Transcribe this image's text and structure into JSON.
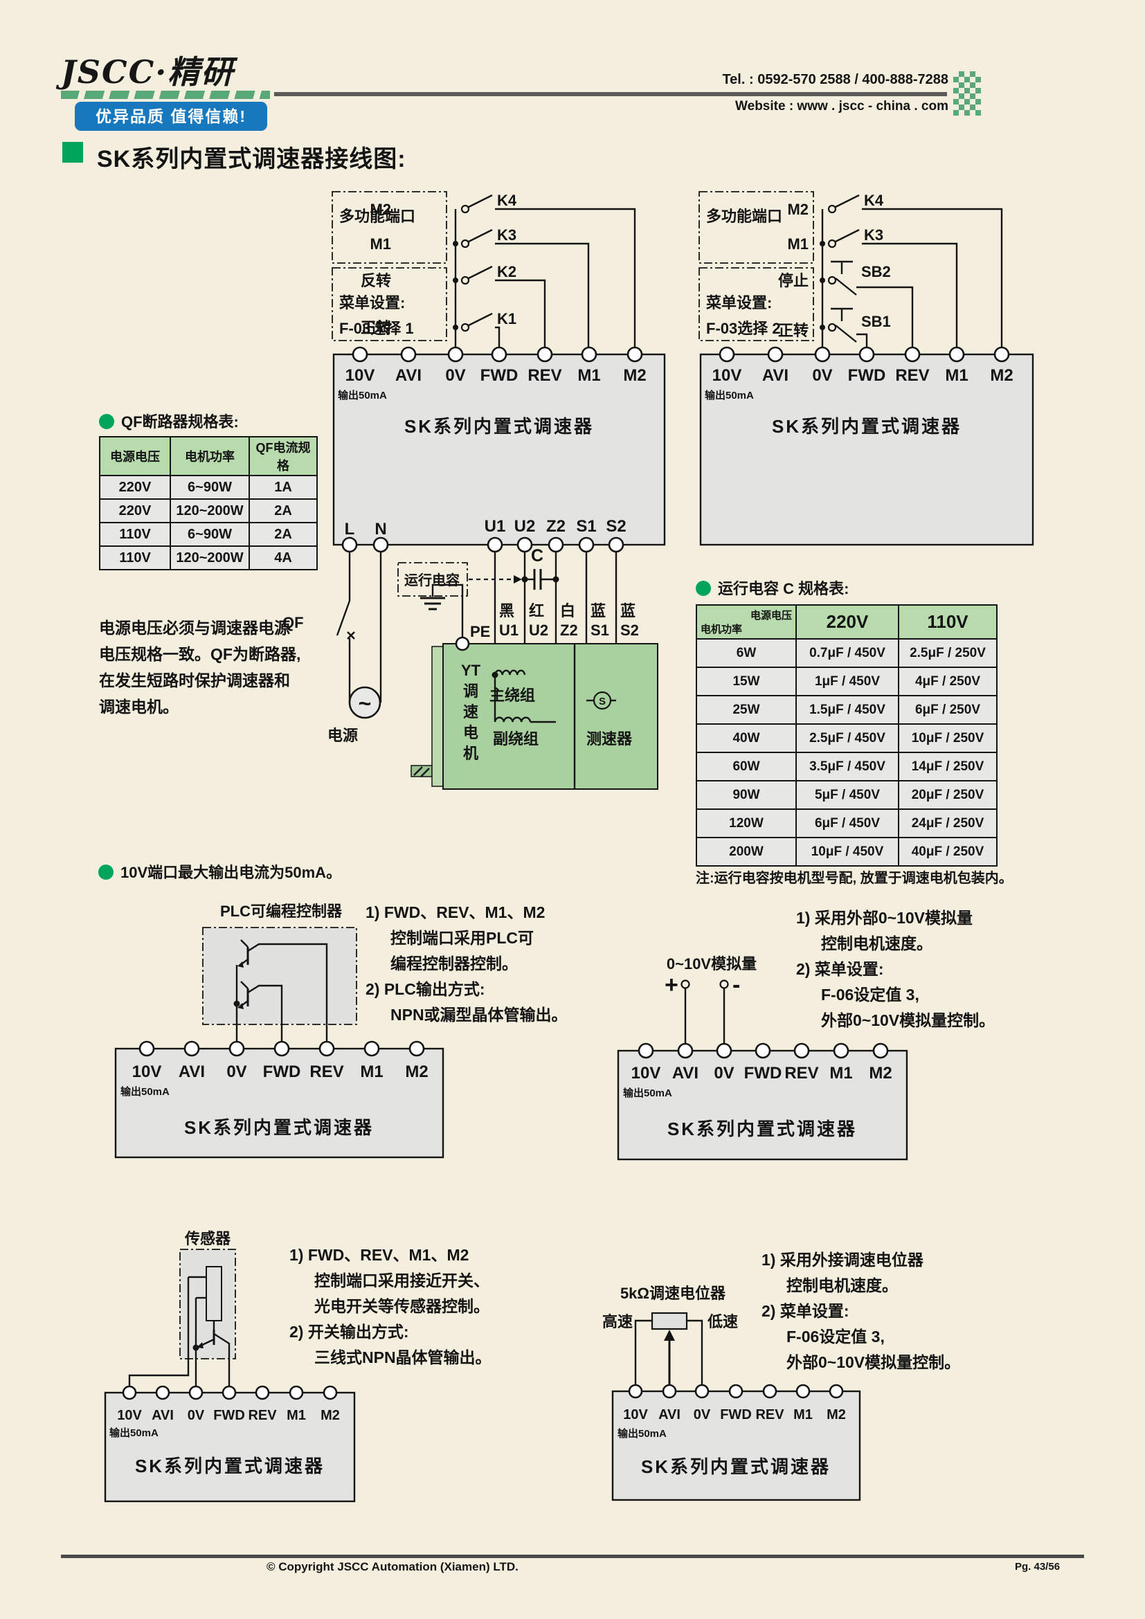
{
  "colors": {
    "page_bg": "#f3eedd",
    "panel_gray": "#e3e3e1",
    "table_header_green": "#b7dbac",
    "row_gray": "#e7e7e5",
    "motor_green": "#a9d1a0",
    "badge_blue": "#1878be",
    "brand_green": "#58a878",
    "accent_green": "#00a45a",
    "footer_gray": "#4a4a4a"
  },
  "header": {
    "logo": "JSCC·精研",
    "tagline": "优异品质 值得信赖!",
    "tel": "Tel. : 0592-570 2588 / 400-888-7288",
    "website": "Website : www . jscc - china . com"
  },
  "page_title": "SK系列内置式调速器接线图:",
  "device_name": "SK系列内置式调速器",
  "output_label": "输出50mA",
  "terminals": [
    "10V",
    "AVI",
    "0V",
    "FWD",
    "REV",
    "M1",
    "M2"
  ],
  "top_left": {
    "box1": "多功能端口",
    "m2": "M2",
    "m1": "M1",
    "menu1": "菜单设置:",
    "menu2": "F-03选择 1",
    "rev": "反转",
    "fwd": "正转",
    "k4": "K4",
    "k3": "K3",
    "k2": "K2",
    "k1": "K1"
  },
  "top_right": {
    "box1": "多功能端口",
    "m2": "M2",
    "m1": "M1",
    "menu1": "菜单设置:",
    "menu2": "F-03选择 2",
    "stop": "停止",
    "fwd": "正转",
    "k4": "K4",
    "k3": "K3",
    "sb2": "SB2",
    "sb1": "SB1"
  },
  "qf_table": {
    "title": "QF断路器规格表:",
    "headers": [
      "电源电压",
      "电机功率",
      "QF电流规格"
    ],
    "rows": [
      [
        "220V",
        "6~90W",
        "1A"
      ],
      [
        "220V",
        "120~200W",
        "2A"
      ],
      [
        "110V",
        "6~90W",
        "2A"
      ],
      [
        "110V",
        "120~200W",
        "4A"
      ]
    ]
  },
  "note_paragraph": [
    "电源电压必须与调速器电源",
    "电压规格一致。QF为断路器,",
    "在发生短路时保护调速器和",
    "调速电机。"
  ],
  "middle_diagram": {
    "bottom": [
      "L",
      "N",
      "U1",
      "U2",
      "Z2",
      "S1",
      "S2"
    ],
    "qf": "QF",
    "power": "电源",
    "run_cap": "运行电容",
    "c": "C",
    "pe": "PE",
    "wire_colors": [
      "黑",
      "红",
      "白",
      "蓝",
      "蓝"
    ],
    "wire_terms": [
      "U1",
      "U2",
      "Z2",
      "S1",
      "S2"
    ],
    "motor_vertical": [
      "YT",
      "调",
      "速",
      "电",
      "机"
    ],
    "main_winding": "主绕组",
    "aux_winding": "副绕组",
    "tachometer": "测速器",
    "s": "S"
  },
  "cap_table": {
    "title": "运行电容 C 规格表:",
    "corner_top": "电源电压",
    "corner_bottom": "电机功率",
    "cols": [
      "220V",
      "110V"
    ],
    "rows": [
      [
        "6W",
        "0.7μF / 450V",
        "2.5μF / 250V"
      ],
      [
        "15W",
        "1μF / 450V",
        "4μF / 250V"
      ],
      [
        "25W",
        "1.5μF / 450V",
        "6μF / 250V"
      ],
      [
        "40W",
        "2.5μF / 450V",
        "10μF / 250V"
      ],
      [
        "60W",
        "3.5μF / 450V",
        "14μF / 250V"
      ],
      [
        "90W",
        "5μF / 450V",
        "20μF / 250V"
      ],
      [
        "120W",
        "6μF / 450V",
        "24μF / 250V"
      ],
      [
        "200W",
        "10μF / 450V",
        "40μF / 250V"
      ]
    ],
    "note": "注:运行电容按电机型号配, 放置于调速电机包装内。"
  },
  "bullet_10v": "10V端口最大输出电流为50mA。",
  "plc_diagram": {
    "title": "PLC可编程控制器",
    "notes": [
      "1) FWD、REV、M1、M2",
      "控制端口采用PLC可",
      "编程控制器控制。",
      "2) PLC输出方式:",
      "NPN或漏型晶体管输出。"
    ]
  },
  "analog_diagram": {
    "title": "0~10V模拟量",
    "plus": "+",
    "minus": "-",
    "notes": [
      "1) 采用外部0~10V模拟量",
      "控制电机速度。",
      "2) 菜单设置:",
      "F-06设定值 3,",
      "外部0~10V模拟量控制。"
    ]
  },
  "sensor_diagram": {
    "title": "传感器",
    "notes": [
      "1) FWD、REV、M1、M2",
      "控制端口采用接近开关、",
      "光电开关等传感器控制。",
      "2) 开关输出方式:",
      "三线式NPN晶体管输出。"
    ]
  },
  "pot_diagram": {
    "title": "5kΩ调速电位器",
    "high": "高速",
    "low": "低速",
    "notes": [
      "1) 采用外接调速电位器",
      "控制电机速度。",
      "2) 菜单设置:",
      "F-06设定值 3,",
      "外部0~10V模拟量控制。"
    ]
  },
  "footer": {
    "copyright": "© Copyright JSCC Automation (Xiamen) LTD.",
    "page": "Pg. 43/56"
  }
}
